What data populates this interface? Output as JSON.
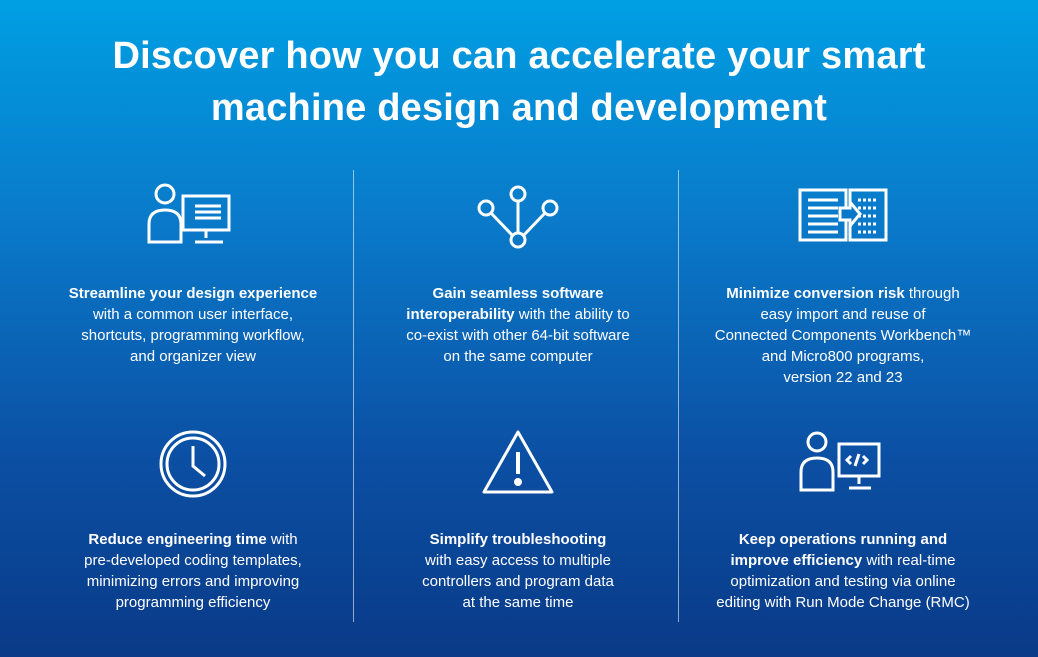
{
  "header": {
    "title_line1": "Discover how you can accelerate your smart",
    "title_line2": "machine design and development"
  },
  "features": [
    {
      "icon": "user-monitor-icon",
      "bold": "Streamline your design experience",
      "lines": [
        "with a common user interface,",
        "shortcuts, programming workflow,",
        "and organizer view"
      ]
    },
    {
      "icon": "network-nodes-icon",
      "bold1": "Gain seamless software",
      "bold2": "interoperability",
      "rest2": " with the ability to",
      "lines": [
        "co-exist with other 64-bit software",
        "on the same computer"
      ]
    },
    {
      "icon": "document-conversion-icon",
      "bold": "Minimize conversion risk",
      "rest": " through",
      "lines": [
        "easy import and reuse of",
        "Connected Components Workbench™",
        "and Micro800 programs,",
        "version 22 and 23"
      ]
    },
    {
      "icon": "clock-icon",
      "bold": "Reduce engineering time",
      "rest": " with",
      "lines": [
        "pre-developed coding templates,",
        "minimizing errors and improving",
        "programming efficiency"
      ]
    },
    {
      "icon": "warning-triangle-icon",
      "bold": "Simplify troubleshooting",
      "lines": [
        "with easy access to multiple",
        "controllers and program data",
        "at the same time"
      ]
    },
    {
      "icon": "user-code-monitor-icon",
      "bold1": "Keep operations running and",
      "bold2": "improve efficiency",
      "rest2": " with real-time",
      "lines": [
        "optimization and testing via online",
        "editing with Run Mode Change (RMC)"
      ]
    }
  ],
  "colors": {
    "foreground": "#ffffff",
    "gradient_top": "#009fe3",
    "gradient_bottom": "#0a3a88"
  }
}
